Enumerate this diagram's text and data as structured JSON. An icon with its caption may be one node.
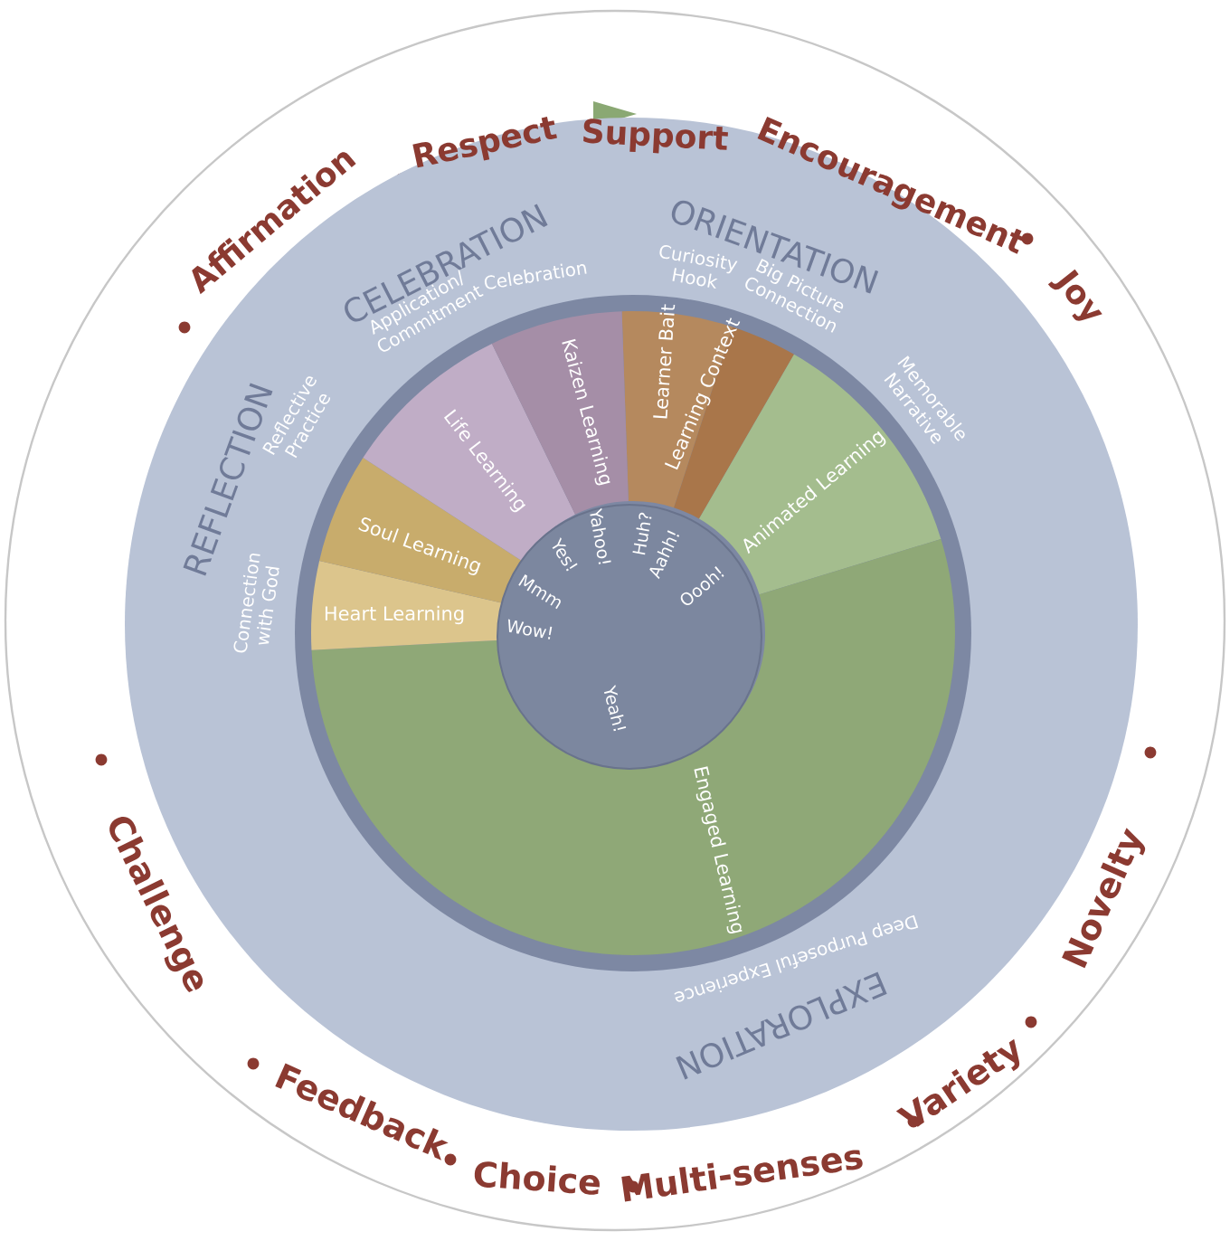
{
  "diagram": {
    "nodes": [
      {
        "text": [
          "REFLECTION",
          "CELEBRATION",
          "ORIENTATION",
          "EXPLORATION"
        ]
      },
      {
        "text": [
          "Learner Bait"
        ],
        "in": 0
      },
      {
        "text": [
          "Learning Context"
        ],
        "in": 0
      },
      {
        "text": [
          "Animated Learning"
        ],
        "in": 0
      },
      {
        "text": [
          "Engaged Learning"
        ],
        "in": 0
      },
      {
        "text": [
          "Heart Learning"
        ],
        "in": 0
      },
      {
        "text": [
          "Soul Learning"
        ],
        "in": 0
      },
      {
        "text": [
          "Life Learning"
        ],
        "in": 0
      },
      {
        "text": [
          "Kaizen Learning"
        ],
        "in": 0
      },
      {
        "text": [
          "Wow!",
          "Mmm",
          "Yes!",
          "Yahoo!",
          "Huh?",
          "Aahh!",
          "Oooh!",
          "Yeah!"
        ],
        "in": 0
      }
    ],
    "labels": [
      "Affirmation",
      "Respect",
      "Support",
      "Encouragement",
      "Joy",
      "Celebration",
      "Curiosity Hook",
      "Big Picture Connection",
      "Application/ Commitment",
      "Memorable Narrative",
      "Reflective Practice",
      "Connection with God",
      "Deep Purposeful Experience",
      "Challenge",
      "Feedback",
      "Choice",
      "Multi-senses",
      "Variety",
      "Novelty"
    ]
  }
}
